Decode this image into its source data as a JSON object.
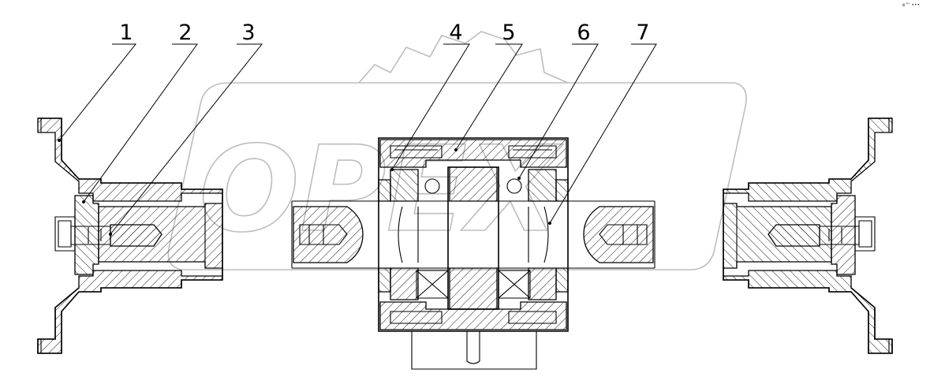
{
  "diagram": {
    "callouts": [
      {
        "id": "callout-1",
        "label": "1"
      },
      {
        "id": "callout-2",
        "label": "2"
      },
      {
        "id": "callout-3",
        "label": "3"
      },
      {
        "id": "callout-4",
        "label": "4"
      },
      {
        "id": "callout-5",
        "label": "5"
      },
      {
        "id": "callout-6",
        "label": "6"
      },
      {
        "id": "callout-7",
        "label": "7"
      }
    ],
    "watermark": "OPEX",
    "corner_mark": "e™ •••"
  },
  "colors": {
    "line": "#000000",
    "background": "#ffffff",
    "watermark": "#bdbdbd"
  }
}
